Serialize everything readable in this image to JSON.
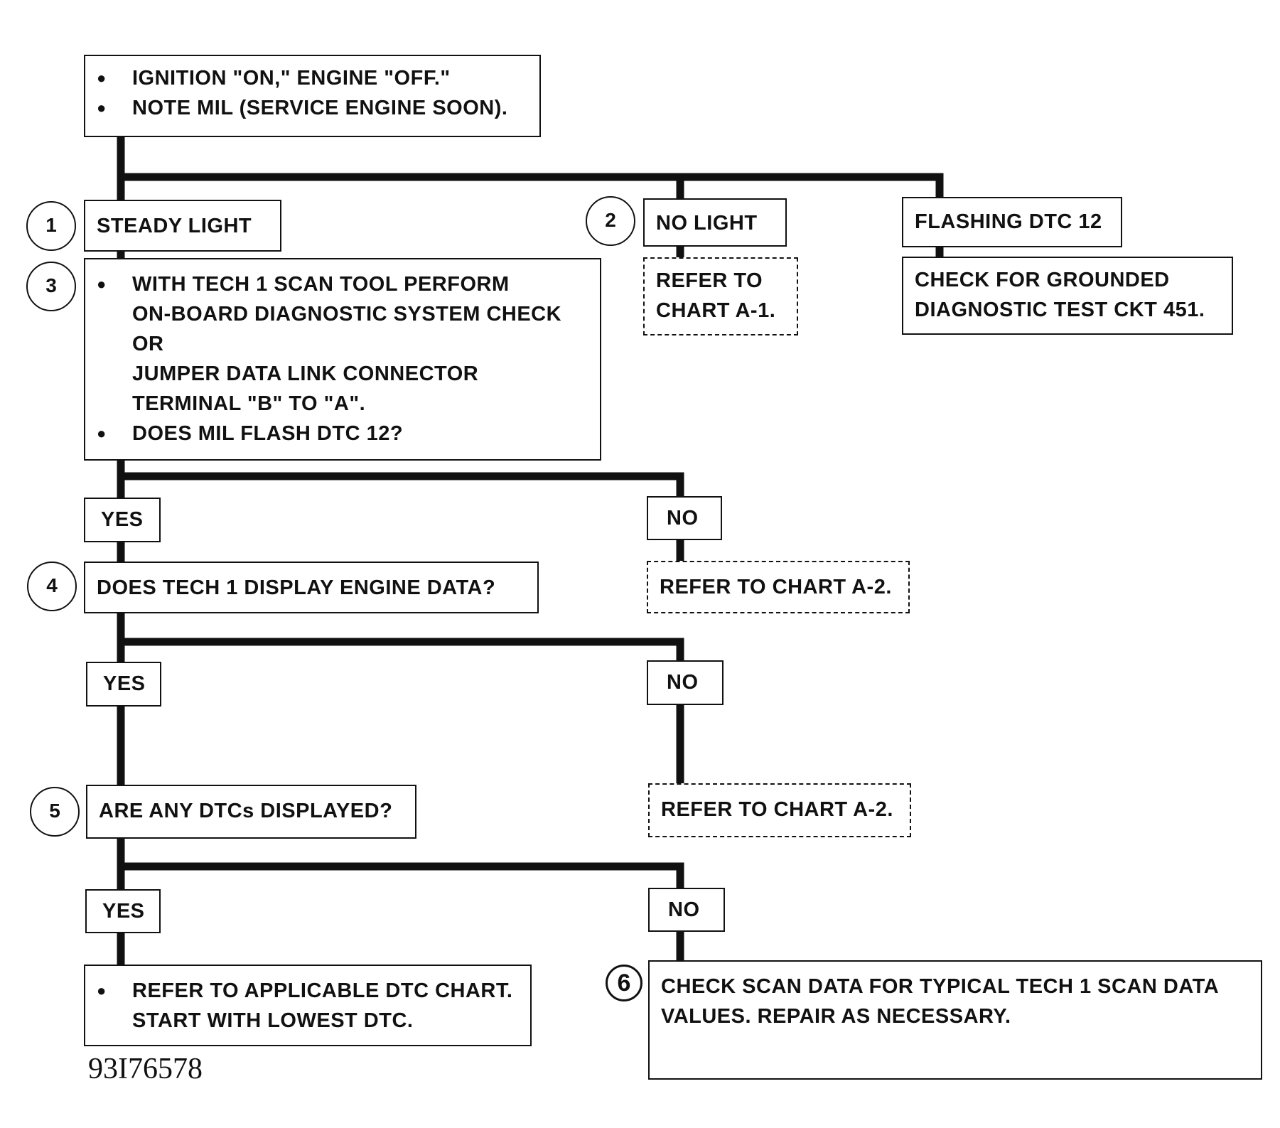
{
  "start": {
    "line1": "IGNITION \"ON,\" ENGINE  \"OFF.\"",
    "line2": "NOTE MIL (SERVICE ENGINE SOON)."
  },
  "steps": {
    "s1": "1",
    "s2": "2",
    "s3": "3",
    "s4": "4",
    "s5": "5",
    "s6": "6"
  },
  "steady_light": "STEADY LIGHT",
  "no_light": "NO LIGHT",
  "flashing": "FLASHING DTC 12",
  "refer_a1": {
    "line1": "REFER TO",
    "line2": "CHART A-1."
  },
  "grounded": {
    "line1": "CHECK FOR GROUNDED",
    "line2": "DIAGNOSTIC TEST CKT 451."
  },
  "step3": {
    "line1": "WITH TECH 1 SCAN TOOL PERFORM",
    "line2": "ON-BOARD DIAGNOSTIC SYSTEM CHECK",
    "line3": "OR",
    "line4": "JUMPER DATA LINK CONNECTOR",
    "line5": "TERMINAL \"B\" TO \"A\".",
    "line6": "DOES MIL FLASH DTC 12?"
  },
  "yes": "YES",
  "no": "NO",
  "step4": "DOES TECH 1 DISPLAY ENGINE DATA?",
  "refer_a2": "REFER TO CHART A-2.",
  "step5": "ARE ANY DTCs DISPLAYED?",
  "dtc_chart": {
    "line1": "REFER TO APPLICABLE DTC CHART.",
    "line2": "START WITH LOWEST DTC."
  },
  "step6": {
    "line1": "CHECK SCAN DATA FOR TYPICAL TECH 1 SCAN DATA",
    "line2": "VALUES.  REPAIR AS NECESSARY."
  },
  "figure_id": "93I76578"
}
